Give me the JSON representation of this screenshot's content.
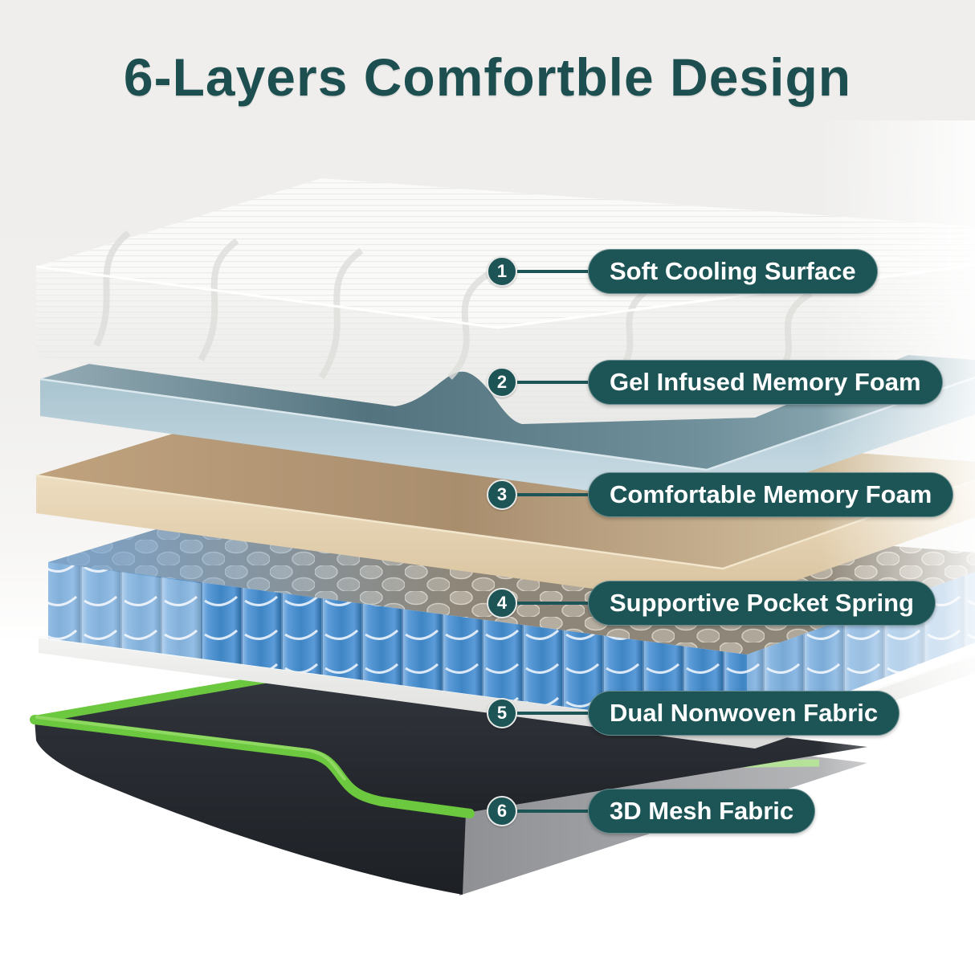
{
  "title": "6-Layers Comfortble Design",
  "layers": [
    {
      "num": "1",
      "label": "Soft Cooling Surface",
      "material": "white quilted cover"
    },
    {
      "num": "2",
      "label": "Gel Infused Memory Foam",
      "material": "light blue foam slab"
    },
    {
      "num": "3",
      "label": "Comfortable Memory Foam",
      "material": "tan foam slab"
    },
    {
      "num": "4",
      "label": "Supportive Pocket Spring",
      "material": "blue pocket coils"
    },
    {
      "num": "5",
      "label": "Dual Nonwoven Fabric",
      "material": "thin white board"
    },
    {
      "num": "6",
      "label": "3D Mesh Fabric",
      "material": "dark base with green trim"
    }
  ],
  "colors": {
    "accent_teal": "#1d5456",
    "title_teal": "#1d4f51",
    "trim_green": "#6cc83e",
    "spring_blue": "#3f85c4",
    "foam_tan": "#e6d5b6",
    "gel_blue": "#b5cdd8"
  }
}
